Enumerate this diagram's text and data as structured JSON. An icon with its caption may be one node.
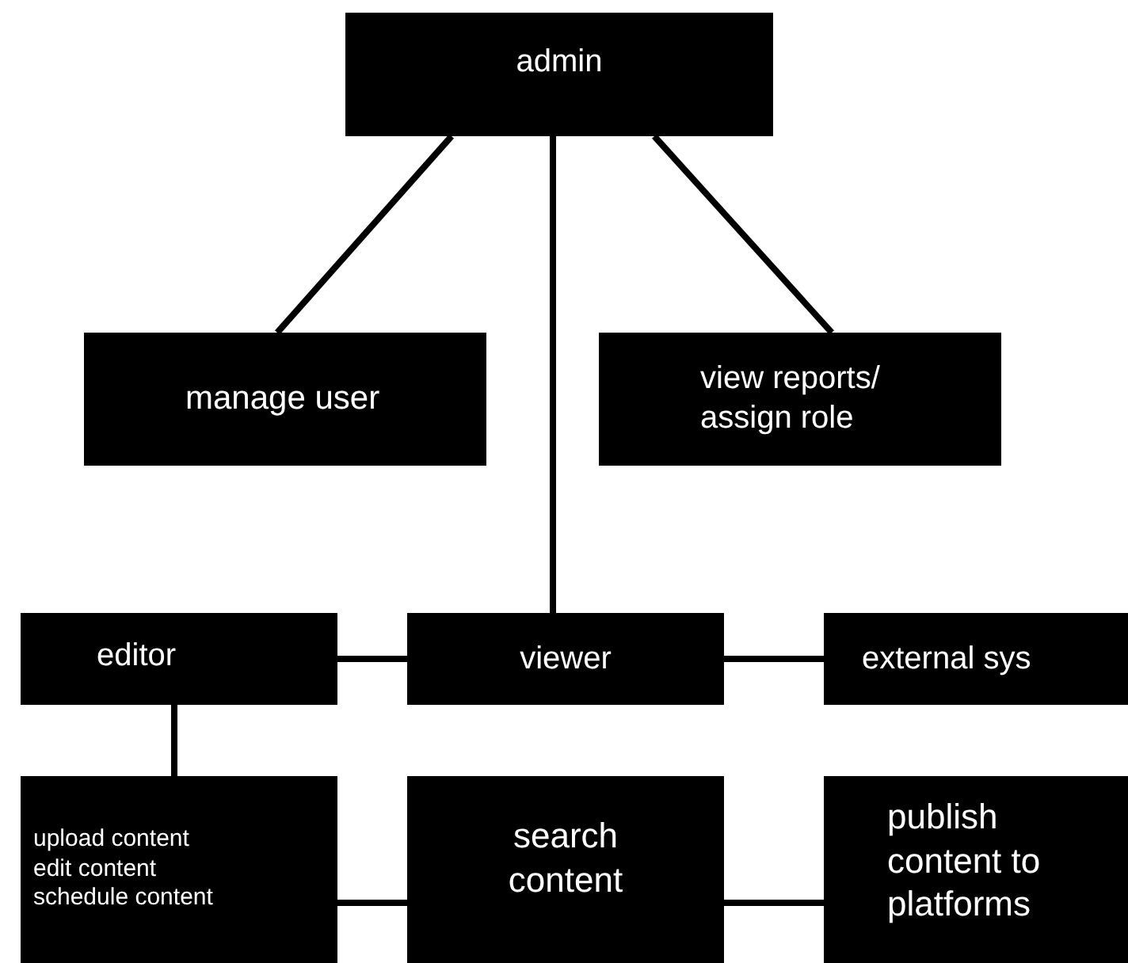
{
  "diagram": {
    "nodes": [
      {
        "text": [
          "admin"
        ]
      },
      {
        "text": [
          "manage user"
        ]
      },
      {
        "text": [
          "view reports/ assign role"
        ]
      },
      {
        "text": [
          "editor"
        ]
      },
      {
        "text": [
          "viewer"
        ]
      },
      {
        "text": [
          "external sys"
        ]
      },
      {
        "text": [
          "upload content",
          "edit content",
          "schedule content"
        ]
      },
      {
        "text": [
          "search content"
        ]
      },
      {
        "text": [
          "publish content to platforms"
        ]
      }
    ],
    "edges": [
      {
        "from": 0,
        "to": 1,
        "arrow": "none"
      },
      {
        "from": 0,
        "to": 4,
        "arrow": "none"
      },
      {
        "from": 0,
        "to": 2,
        "arrow": "none"
      },
      {
        "from": 3,
        "to": 4,
        "arrow": "none"
      },
      {
        "from": 4,
        "to": 5,
        "arrow": "none"
      },
      {
        "from": 3,
        "to": 6,
        "arrow": "none"
      },
      {
        "from": 6,
        "to": 7,
        "arrow": "none"
      },
      {
        "from": 7,
        "to": 8,
        "arrow": "none"
      }
    ]
  }
}
